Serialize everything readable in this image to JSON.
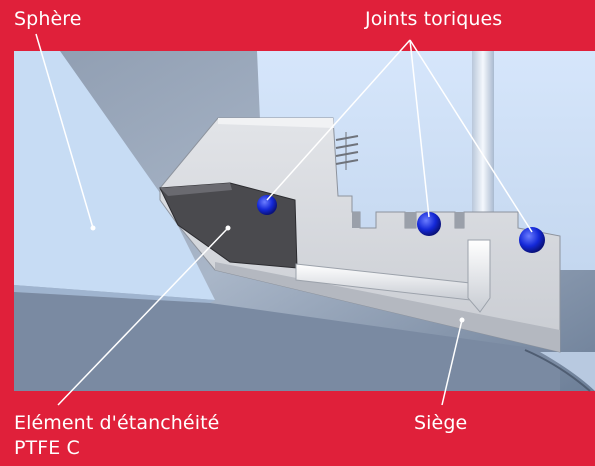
{
  "labels": {
    "sphere": "Sphère",
    "joints": "Joints toriques",
    "element_line1": "Elément d'étanchéité",
    "element_line2": "PTFE C",
    "siege": "Siège"
  },
  "colors": {
    "background": "#e0203a",
    "label_text": "#ffffff",
    "sphere_fill": "#c7dcf4",
    "housing_fill": "#cfd7e4",
    "seat_fill": "#dcdee3",
    "ptfe_insert": "#4a4a4e",
    "o_ring": "#1428d8",
    "leader_line": "#ffffff"
  }
}
